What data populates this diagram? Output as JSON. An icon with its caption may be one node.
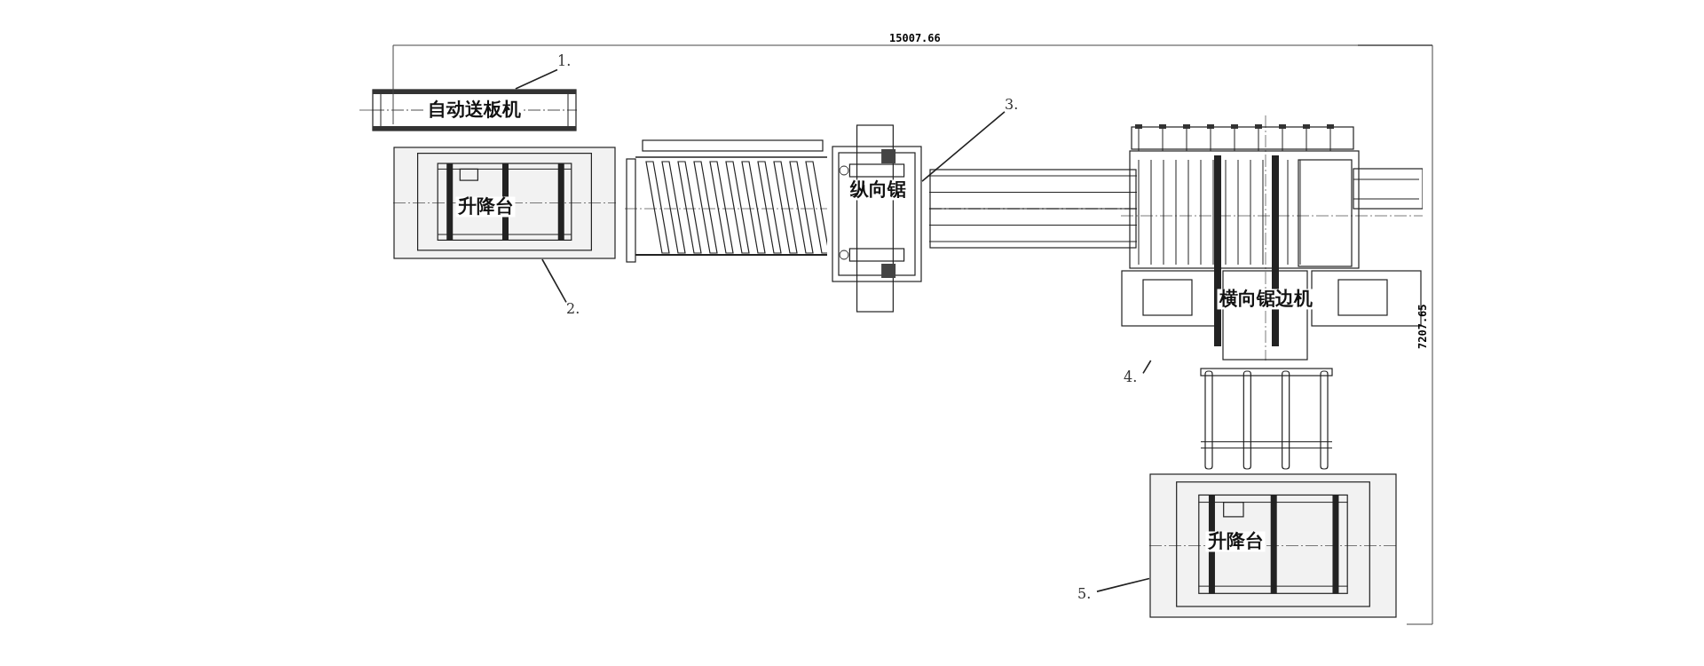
{
  "diagram": {
    "nodes": [
      {
        "text": [
          "自动送板机"
        ]
      },
      {
        "text": [
          "升降台"
        ]
      },
      {
        "text": [],
        "shape": "picture"
      },
      {
        "text": [
          "纵向锯"
        ]
      },
      {
        "text": [],
        "shape": "picture"
      },
      {
        "text": [
          "横向锯边机"
        ]
      },
      {
        "text": [],
        "shape": "picture"
      },
      {
        "text": [
          "升降台"
        ]
      },
      {
        "text": [
          "1."
        ]
      },
      {
        "text": [
          "2."
        ]
      },
      {
        "text": [
          "3."
        ]
      },
      {
        "text": [
          "4."
        ]
      },
      {
        "text": [
          "5."
        ]
      }
    ],
    "edges": [
      {
        "from": 8,
        "to": 0,
        "arrow": "none"
      },
      {
        "from": 9,
        "to": 1,
        "arrow": "none"
      },
      {
        "from": 10,
        "to": 3,
        "arrow": "none"
      },
      {
        "from": 11,
        "to": 5,
        "arrow": "none"
      },
      {
        "from": 12,
        "to": 7,
        "arrow": "none"
      }
    ],
    "labels": [
      "15007.66",
      "7207.65"
    ]
  }
}
